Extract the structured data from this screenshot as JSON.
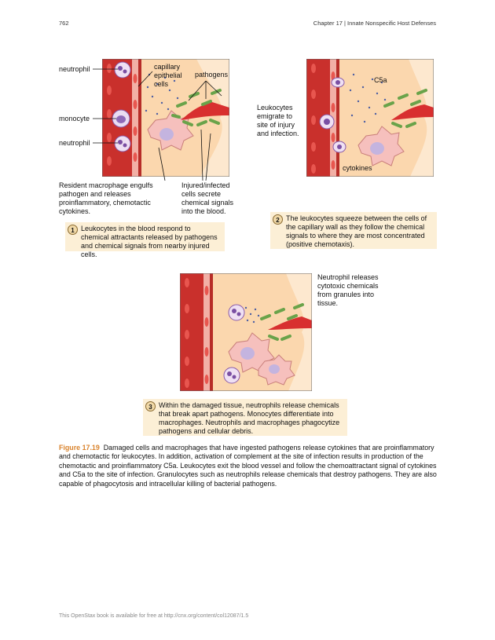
{
  "header": {
    "page_number": "762",
    "chapter": "Chapter 17 | Innate Nonspecific Host Defenses"
  },
  "panel1": {
    "labels": {
      "neutrophil_top": "neutrophil",
      "capillary": "capillary epithelial cells",
      "pathogens": "pathogens",
      "monocyte": "monocyte",
      "neutrophil_bottom": "neutrophil",
      "macrophage": "Resident macrophage engulfs pathogen and releases proinflammatory, chemotactic cytokines.",
      "injured": "Injured/infected cells secrete chemical signals into the blood."
    },
    "step_number": "1",
    "step_text": "Leukocytes in the blood respond to chemical attractants released by pathogens and chemical signals from nearby injured cells."
  },
  "panel2": {
    "labels": {
      "c5a": "C5a",
      "leukocytes": "Leukocytes emigrate to site of injury and infection.",
      "cytokines": "cytokines"
    },
    "step_number": "2",
    "step_text": "The leukocytes squeeze between the cells of the capillary wall as they follow the chemical signals to where they are most concentrated (positive chemotaxis)."
  },
  "panel3": {
    "labels": {
      "neutrophil": "Neutrophil releases cytotoxic chemicals from granules into tissue."
    },
    "step_number": "3",
    "step_text": "Within the damaged tissue, neutrophils release chemicals that break apart pathogens. Monocytes differentiate into macrophages. Neutrophils and macrophages phagocytize pathogens and cellular debris."
  },
  "caption": {
    "label": "Figure 17.19",
    "text": "Damaged cells and macrophages that have ingested pathogens release cytokines that are proinflammatory and chemotactic for leukocytes. In addition, activation of complement at the site of infection results in production of the chemotactic and proinflammatory C5a. Leukocytes exit the blood vessel and follow the chemoattractant signal of cytokines and C5a to the site of infection. Granulocytes such as neutrophils release chemicals that destroy pathogens. They are also capable of phagocytosis and intracellular killing of bacterial pathogens."
  },
  "footer": "This OpenStax book is available for free at http://cnx.org/content/col12087/1.5",
  "colors": {
    "accent": "#d9822b",
    "callout_bg": "#fcefd6",
    "vessel": "#c9302c",
    "tissue": "#fbd7ae"
  }
}
